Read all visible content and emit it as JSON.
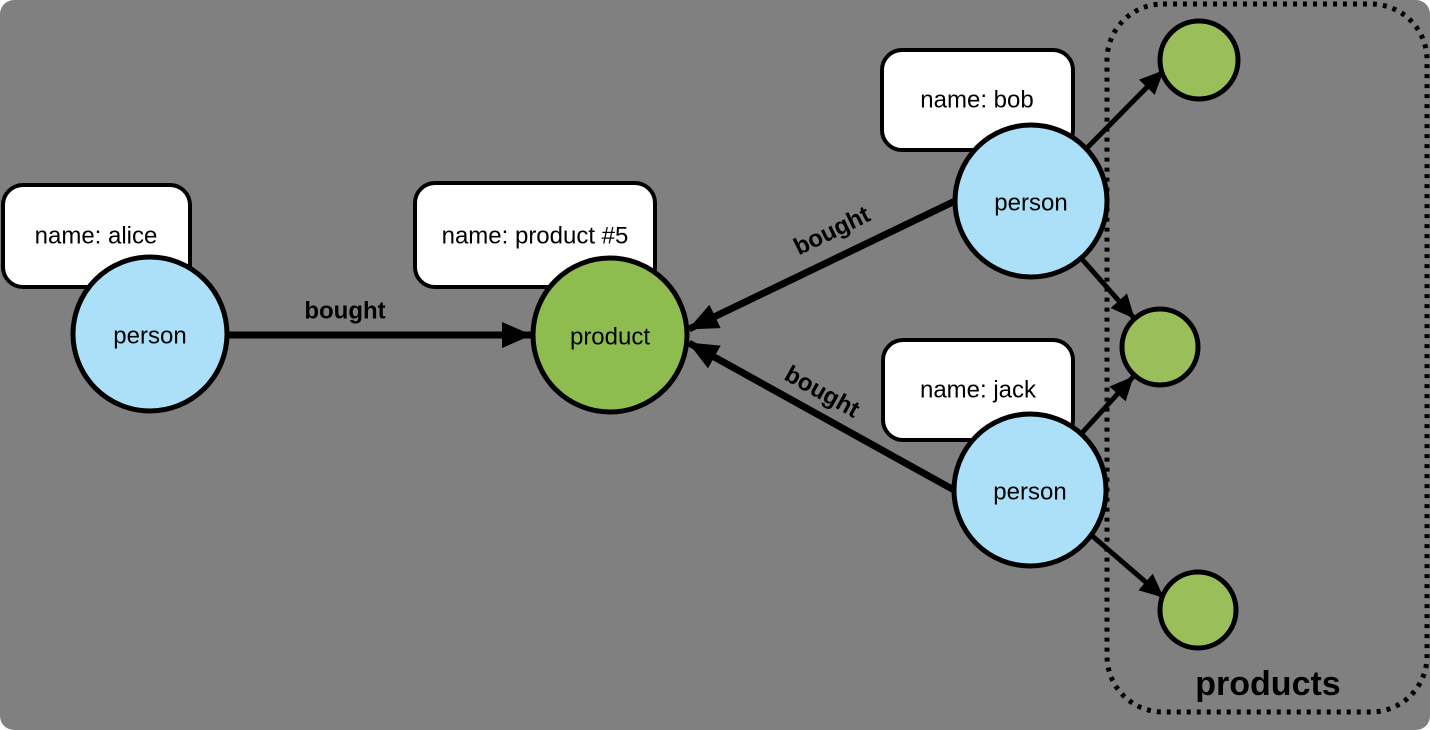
{
  "diagram": {
    "type": "graph",
    "colors": {
      "background": "#808080",
      "person_node_fill": "#ABE0F8",
      "product_node_fill": "#8FBC4F",
      "small_product_node_fill": "#9ABF5A",
      "stroke": "#000000",
      "property_box_fill": "#FFFFFF"
    },
    "nodes": [
      {
        "id": "alice",
        "kind": "person",
        "label": "person",
        "property": "name: alice"
      },
      {
        "id": "product5",
        "kind": "product",
        "label": "product",
        "property": "name: product #5"
      },
      {
        "id": "bob",
        "kind": "person",
        "label": "person",
        "property": "name: bob"
      },
      {
        "id": "jack",
        "kind": "person",
        "label": "person",
        "property": "name: jack"
      },
      {
        "id": "product-top",
        "kind": "product",
        "label": ""
      },
      {
        "id": "product-middle",
        "kind": "product",
        "label": ""
      },
      {
        "id": "product-bottom",
        "kind": "product",
        "label": ""
      }
    ],
    "edges": [
      {
        "from": "alice",
        "to": "product5",
        "label": "bought"
      },
      {
        "from": "bob",
        "to": "product5",
        "label": "bought"
      },
      {
        "from": "jack",
        "to": "product5",
        "label": "bought"
      },
      {
        "from": "bob",
        "to": "product-top",
        "label": ""
      },
      {
        "from": "bob",
        "to": "product-middle",
        "label": ""
      },
      {
        "from": "jack",
        "to": "product-middle",
        "label": ""
      },
      {
        "from": "jack",
        "to": "product-bottom",
        "label": ""
      }
    ],
    "group": {
      "label": "products"
    }
  }
}
